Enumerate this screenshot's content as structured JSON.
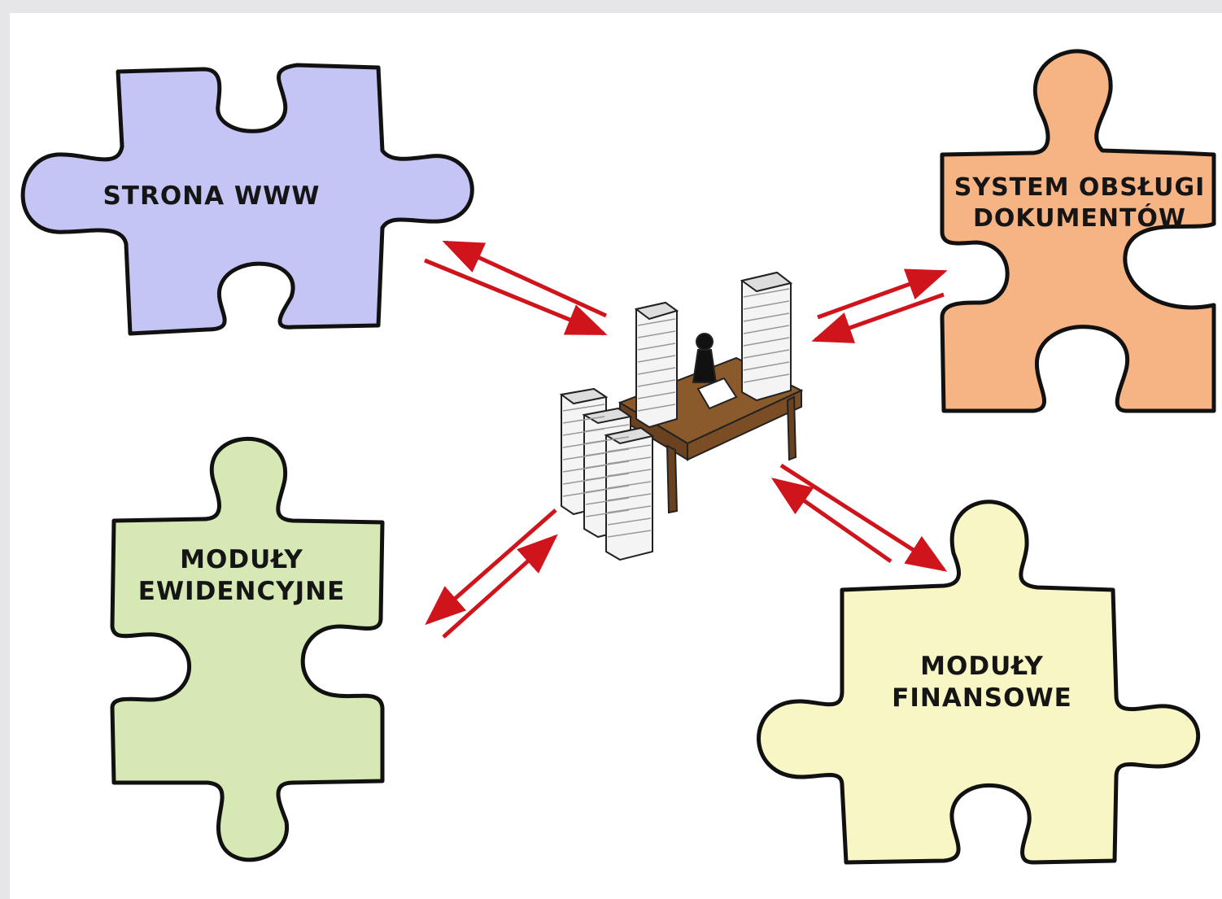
{
  "pieces": {
    "strona": {
      "lines": [
        "STRONA  WWW"
      ],
      "color": "#c5c5f5"
    },
    "system": {
      "lines": [
        "SYSTEM OBSŁUGI",
        "DOKUMENTÓW"
      ],
      "color": "#f6b384"
    },
    "ewidencyjne": {
      "lines": [
        "MODUŁY",
        "EWIDENCYJNE"
      ],
      "color": "#d6e8b4"
    },
    "finansowe": {
      "lines": [
        "MODUŁY",
        "FINANSOWE"
      ],
      "color": "#f8f6c4"
    }
  },
  "arrow_color": "#d0141b",
  "center_icon": "clerk-at-desk-with-paper-stacks-icon"
}
